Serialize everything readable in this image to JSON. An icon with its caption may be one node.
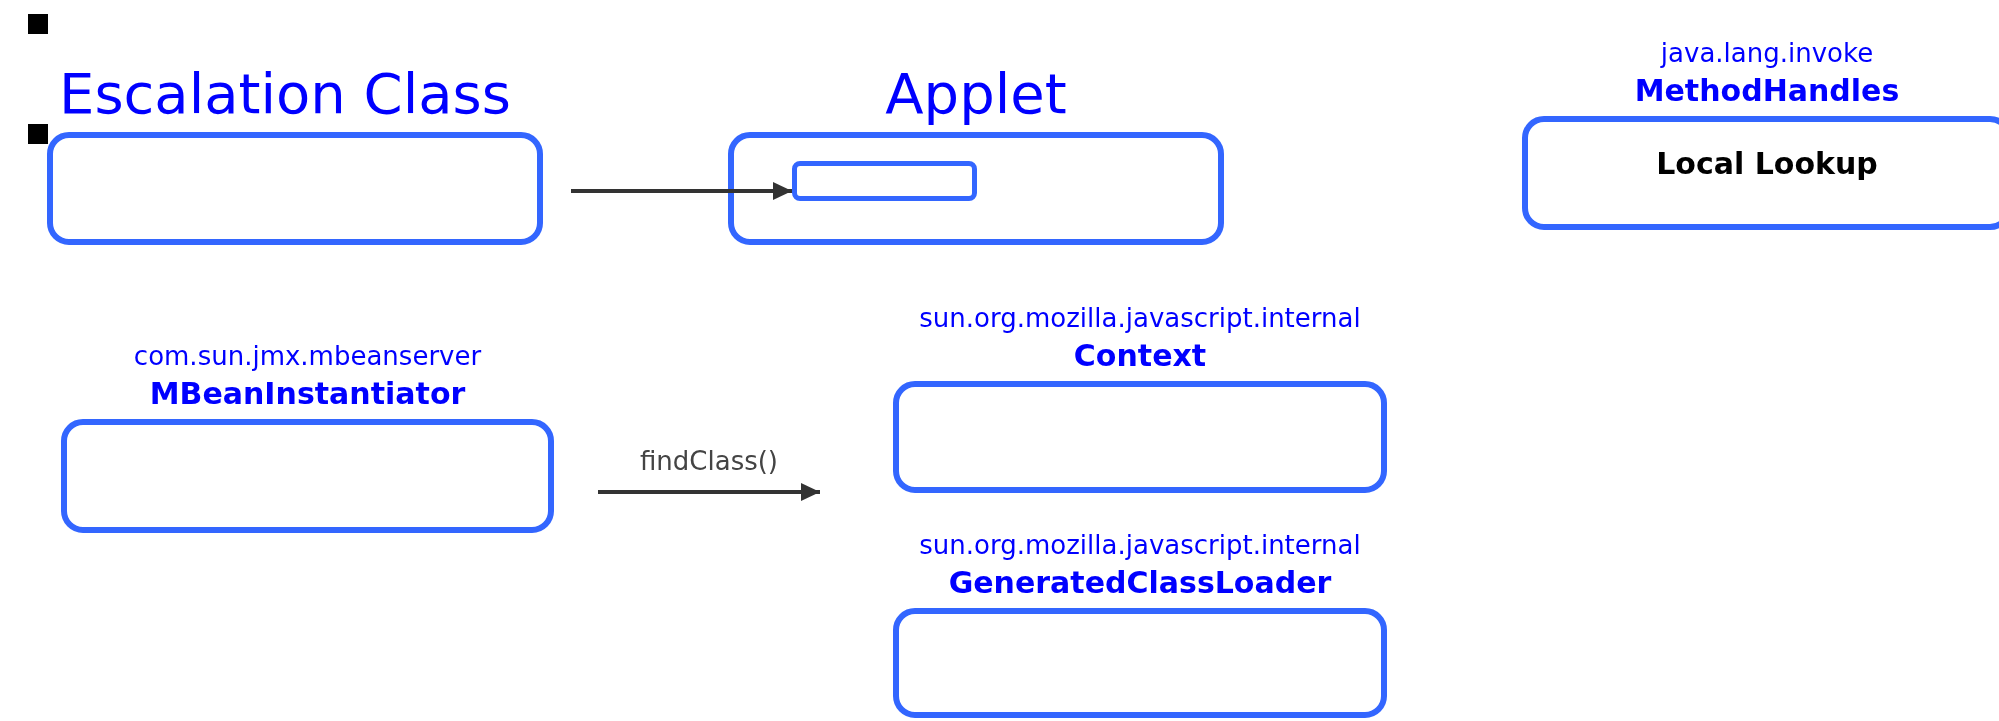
{
  "diagram": {
    "nodes": [
      {
        "text": [
          "Escalation Class"
        ]
      },
      {
        "text": [
          "Applet"
        ]
      },
      {
        "text": [],
        "shape": "box",
        "in": 1
      },
      {
        "text": [
          "java.lang.invoke",
          "MethodHandles",
          "Local Lookup"
        ]
      },
      {
        "text": [
          "com.sun.jmx.mbeanserver",
          "MBeanInstantiator"
        ]
      },
      {
        "text": [
          "sun.org.mozilla.javascript.internal",
          "Context"
        ]
      },
      {
        "text": [
          "sun.org.mozilla.javascript.internal",
          "GeneratedClassLoader"
        ]
      }
    ],
    "edges": [
      {
        "from": 0,
        "to": 2,
        "arrow": "to"
      },
      {
        "from": 4,
        "to": null,
        "arrow": "to",
        "label": "findClass()"
      }
    ]
  }
}
